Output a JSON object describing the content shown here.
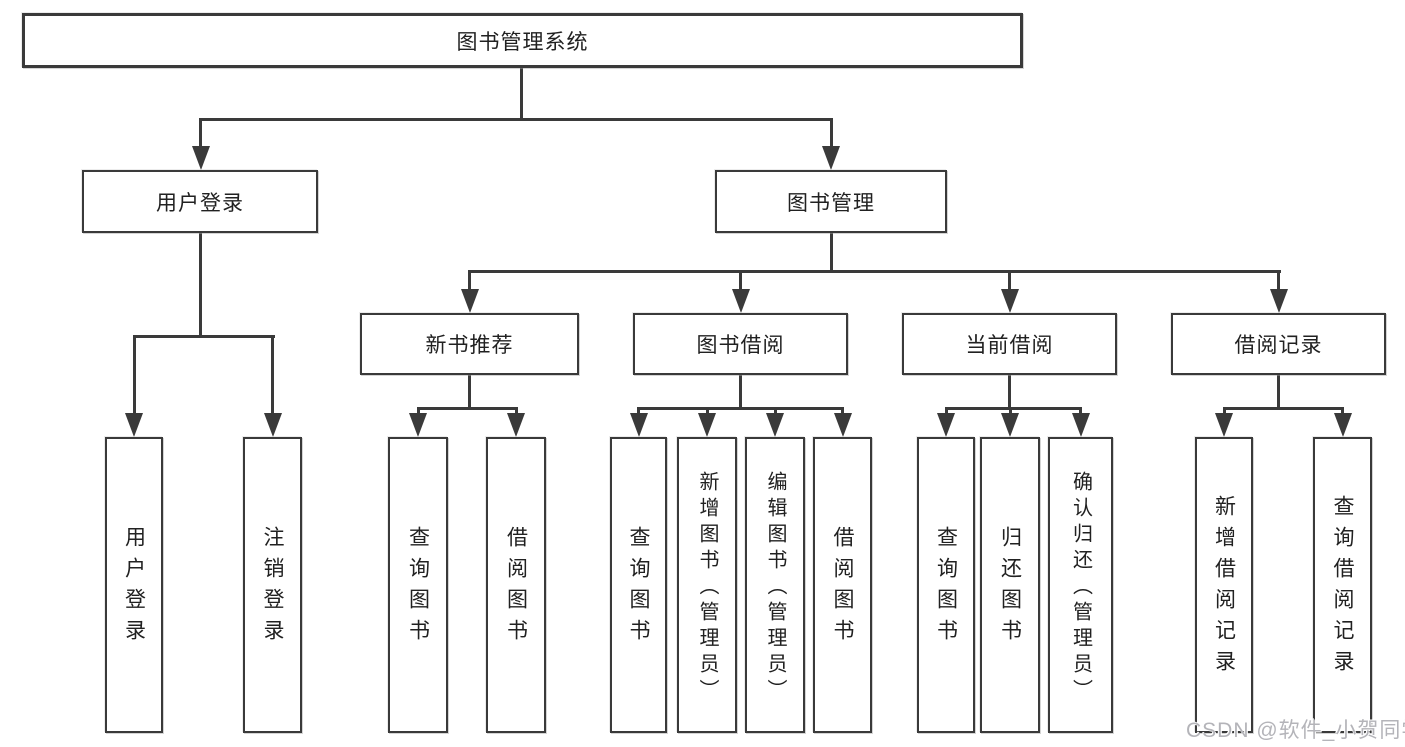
{
  "diagram": {
    "title": "图书管理系统",
    "root": {
      "label": "图书管理系统"
    },
    "level2": [
      {
        "id": "user-login",
        "label": "用户登录"
      },
      {
        "id": "book-management",
        "label": "图书管理"
      }
    ],
    "level3": [
      {
        "id": "new-book-recommendation",
        "label": "新书推荐",
        "parent": "book-management"
      },
      {
        "id": "book-borrowing",
        "label": "图书借阅",
        "parent": "book-management"
      },
      {
        "id": "current-borrowing",
        "label": "当前借阅",
        "parent": "book-management"
      },
      {
        "id": "borrowing-records",
        "label": "借阅记录",
        "parent": "book-management"
      }
    ],
    "leaves": [
      {
        "id": "user-login-leaf",
        "label": "用户登录",
        "parent": "user-login"
      },
      {
        "id": "logout",
        "label": "注销登录",
        "parent": "user-login"
      },
      {
        "id": "search-books-1",
        "label": "查询图书",
        "parent": "new-book-recommendation"
      },
      {
        "id": "borrow-books-1",
        "label": "借阅图书",
        "parent": "new-book-recommendation"
      },
      {
        "id": "search-books-2",
        "label": "查询图书",
        "parent": "book-borrowing"
      },
      {
        "id": "add-books-admin",
        "label": "新增图书（管理员）",
        "parent": "book-borrowing"
      },
      {
        "id": "edit-books-admin",
        "label": "编辑图书（管理员）",
        "parent": "book-borrowing"
      },
      {
        "id": "borrow-books-2",
        "label": "借阅图书",
        "parent": "book-borrowing"
      },
      {
        "id": "search-books-3",
        "label": "查询图书",
        "parent": "current-borrowing"
      },
      {
        "id": "return-books",
        "label": "归还图书",
        "parent": "current-borrowing"
      },
      {
        "id": "confirm-return-admin",
        "label": "确认归还（管理员）",
        "parent": "current-borrowing"
      },
      {
        "id": "add-borrow-record",
        "label": "新增借阅记录",
        "parent": "borrowing-records"
      },
      {
        "id": "search-borrow-record",
        "label": "查询借阅记录",
        "parent": "borrowing-records"
      }
    ]
  },
  "watermark": {
    "text": "CSDN @软件_小贺同学"
  },
  "colors": {
    "line": "#3a3a3a",
    "text": "#212121",
    "box_background": "#ffffff",
    "page_background": "#ffffff",
    "watermark": "#b4b4b9"
  }
}
